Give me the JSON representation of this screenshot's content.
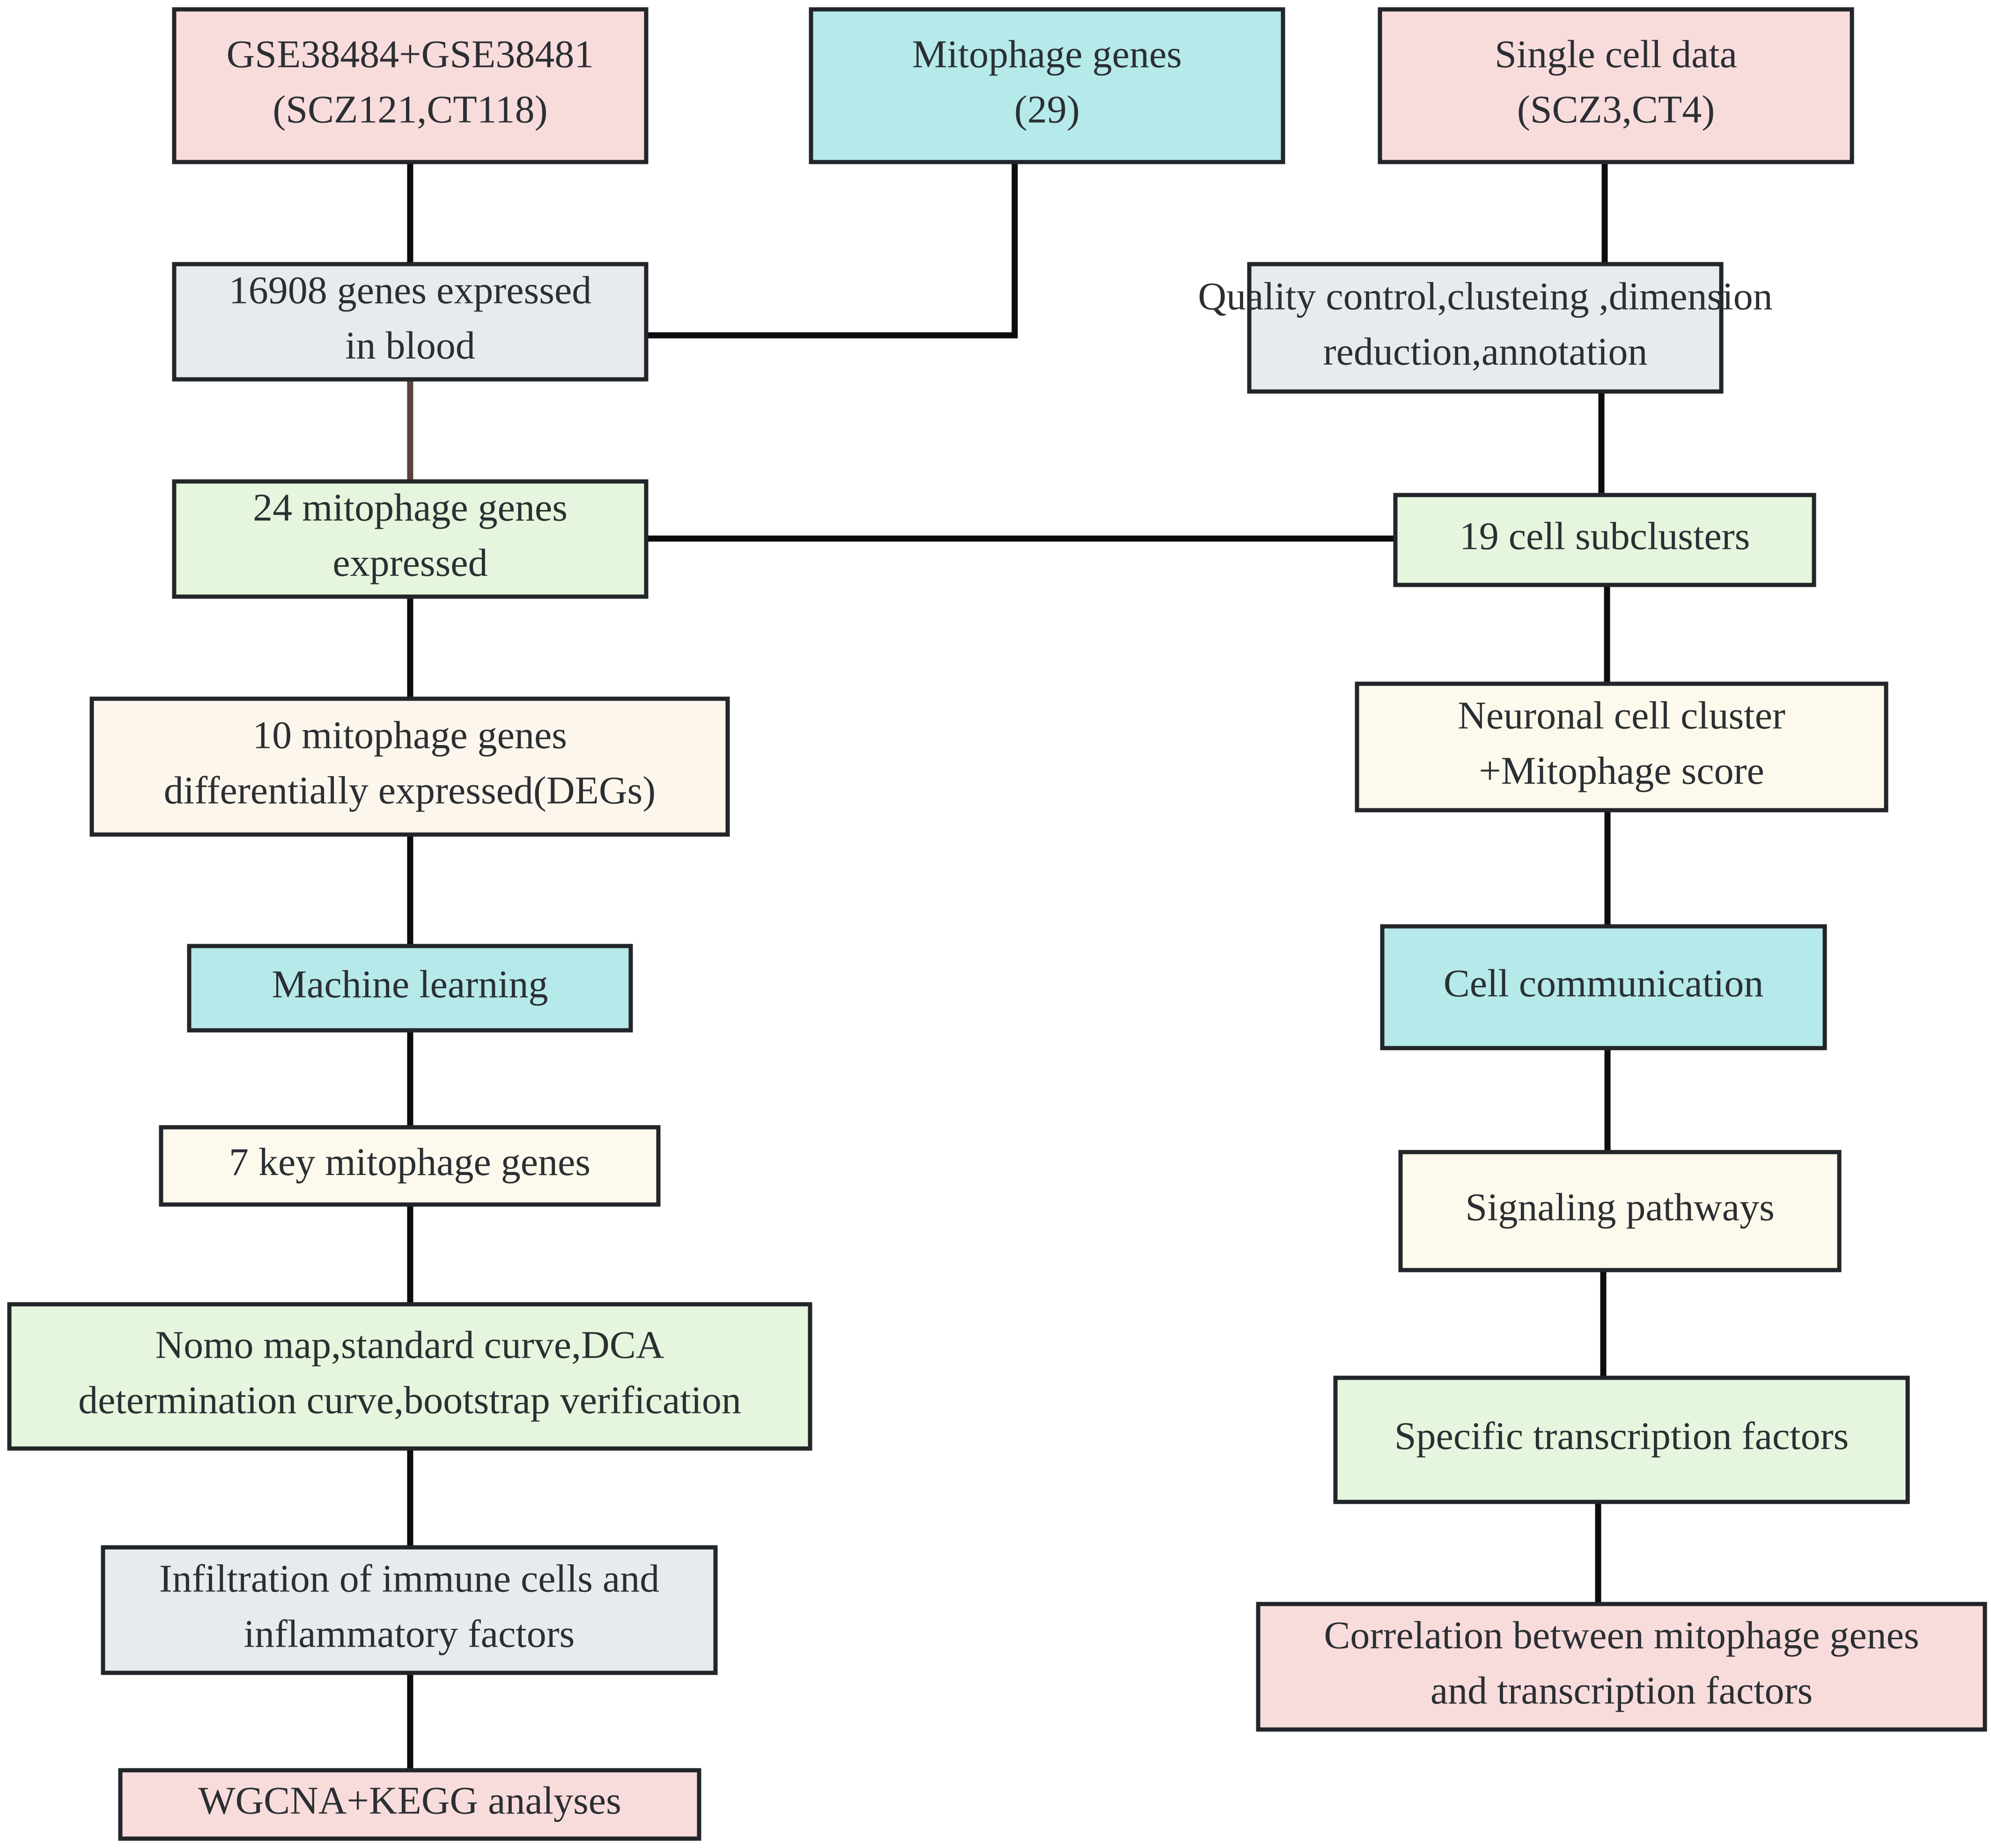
{
  "colors": {
    "pink": "#f8dcdc",
    "cyan": "#b5e9ea",
    "grey": "#e7ebee",
    "green": "#e6f5dd",
    "cream": "#fdf9ec",
    "peach": "#fdf6ec",
    "border": "#22262a",
    "arrow": "#0c0c0c",
    "arrow_brown": "#5b423a"
  },
  "nodes": {
    "gse": {
      "lines": [
        "GSE38484+GSE38481",
        "(SCZ121,CT118)"
      ],
      "fill": "pink"
    },
    "mitophage_genes": {
      "lines": [
        "Mitophage genes",
        "(29)"
      ],
      "fill": "cyan"
    },
    "single_cell": {
      "lines": [
        "Single cell data",
        "(SCZ3,CT4)"
      ],
      "fill": "pink"
    },
    "genes_blood": {
      "lines": [
        "16908 genes expressed",
        "in blood"
      ],
      "fill": "grey"
    },
    "quality_control": {
      "lines": [
        "Quality control,clusteing ,dimension",
        "reduction,annotation"
      ],
      "fill": "grey"
    },
    "mito24": {
      "lines": [
        "24 mitophage genes",
        "expressed"
      ],
      "fill": "green"
    },
    "subclusters": {
      "lines": [
        "19 cell subclusters"
      ],
      "fill": "green"
    },
    "degs": {
      "lines": [
        "10  mitophage genes",
        "differentially expressed(DEGs)"
      ],
      "fill": "peach"
    },
    "neuronal": {
      "lines": [
        "Neuronal cell cluster",
        "+Mitophage score"
      ],
      "fill": "cream"
    },
    "ml": {
      "lines": [
        "Machine learning"
      ],
      "fill": "cyan"
    },
    "cellcomm": {
      "lines": [
        "Cell communication"
      ],
      "fill": "cyan"
    },
    "key7": {
      "lines": [
        "7 key mitophage genes"
      ],
      "fill": "cream"
    },
    "signaling": {
      "lines": [
        "Signaling pathways"
      ],
      "fill": "cream"
    },
    "nomo": {
      "lines": [
        "Nomo map,standard curve,DCA",
        "determination curve,bootstrap verification"
      ],
      "fill": "green"
    },
    "tf": {
      "lines": [
        "Specific transcription factors"
      ],
      "fill": "green"
    },
    "immune": {
      "lines": [
        "Infiltration of immune cells and",
        "inflammatory factors"
      ],
      "fill": "grey"
    },
    "correlation": {
      "lines": [
        "Correlation between mitophage genes",
        "and transcription factors"
      ],
      "fill": "pink"
    },
    "wgcna": {
      "lines": [
        "WGCNA+KEGG analyses"
      ],
      "fill": "pink"
    }
  },
  "edges": [
    {
      "from": "gse",
      "to": "genes_blood",
      "color": "arrow"
    },
    {
      "from": "mitophage_genes",
      "to": "genes_blood",
      "color": "arrow"
    },
    {
      "from": "genes_blood",
      "to": "mito24",
      "color": "arrow_brown"
    },
    {
      "from": "mito24",
      "to": "degs",
      "color": "arrow"
    },
    {
      "from": "degs",
      "to": "ml",
      "color": "arrow"
    },
    {
      "from": "ml",
      "to": "key7",
      "color": "arrow"
    },
    {
      "from": "key7",
      "to": "nomo",
      "color": "arrow"
    },
    {
      "from": "nomo",
      "to": "immune",
      "color": "arrow"
    },
    {
      "from": "immune",
      "to": "wgcna",
      "color": "arrow"
    },
    {
      "from": "mito24",
      "to": "subclusters",
      "color": "arrow"
    },
    {
      "from": "single_cell",
      "to": "quality_control",
      "color": "arrow"
    },
    {
      "from": "quality_control",
      "to": "subclusters",
      "color": "arrow"
    },
    {
      "from": "subclusters",
      "to": "neuronal",
      "color": "arrow"
    },
    {
      "from": "neuronal",
      "to": "cellcomm",
      "color": "arrow"
    },
    {
      "from": "cellcomm",
      "to": "signaling",
      "color": "arrow"
    },
    {
      "from": "signaling",
      "to": "tf",
      "color": "arrow"
    },
    {
      "from": "tf",
      "to": "correlation",
      "color": "arrow"
    }
  ]
}
